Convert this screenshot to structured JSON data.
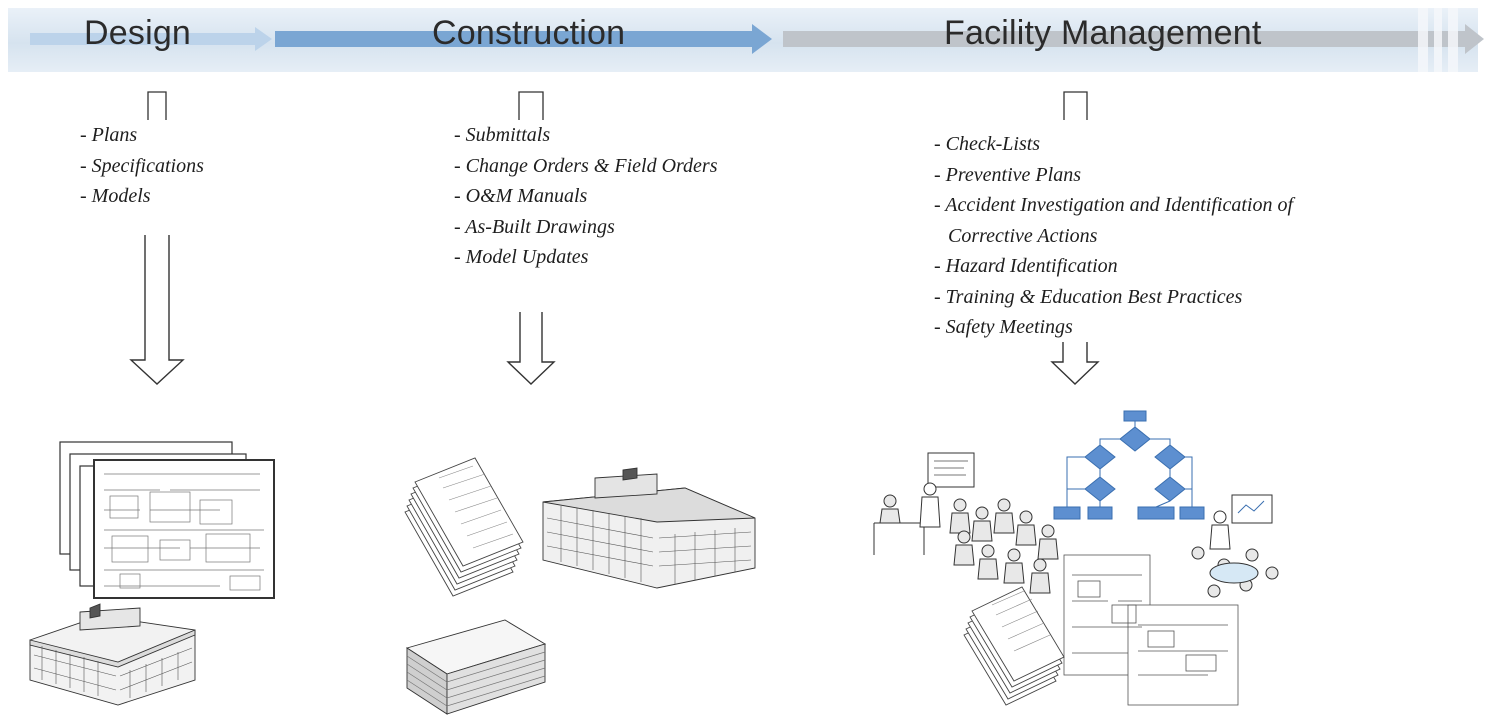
{
  "phases": [
    {
      "title": "Design",
      "items": [
        "- Plans",
        "- Specifications",
        "- Models"
      ]
    },
    {
      "title": "Construction",
      "items": [
        "- Submittals",
        "- Change Orders & Field Orders",
        "- O&M Manuals",
        "- As-Built Drawings",
        "- Model Updates"
      ]
    },
    {
      "title": "Facility Management",
      "items": [
        "- Check-Lists",
        "- Preventive Plans",
        "- Accident Investigation and Identification of",
        "Corrective Actions",
        "- Hazard Identification",
        "- Training & Education Best Practices",
        "- Safety Meetings"
      ]
    }
  ],
  "colors": {
    "band": "#d6e3ef",
    "arrow_blue": "#7aa6d3",
    "arrow_gray": "#b9bec4",
    "text": "#1e1e1e"
  }
}
